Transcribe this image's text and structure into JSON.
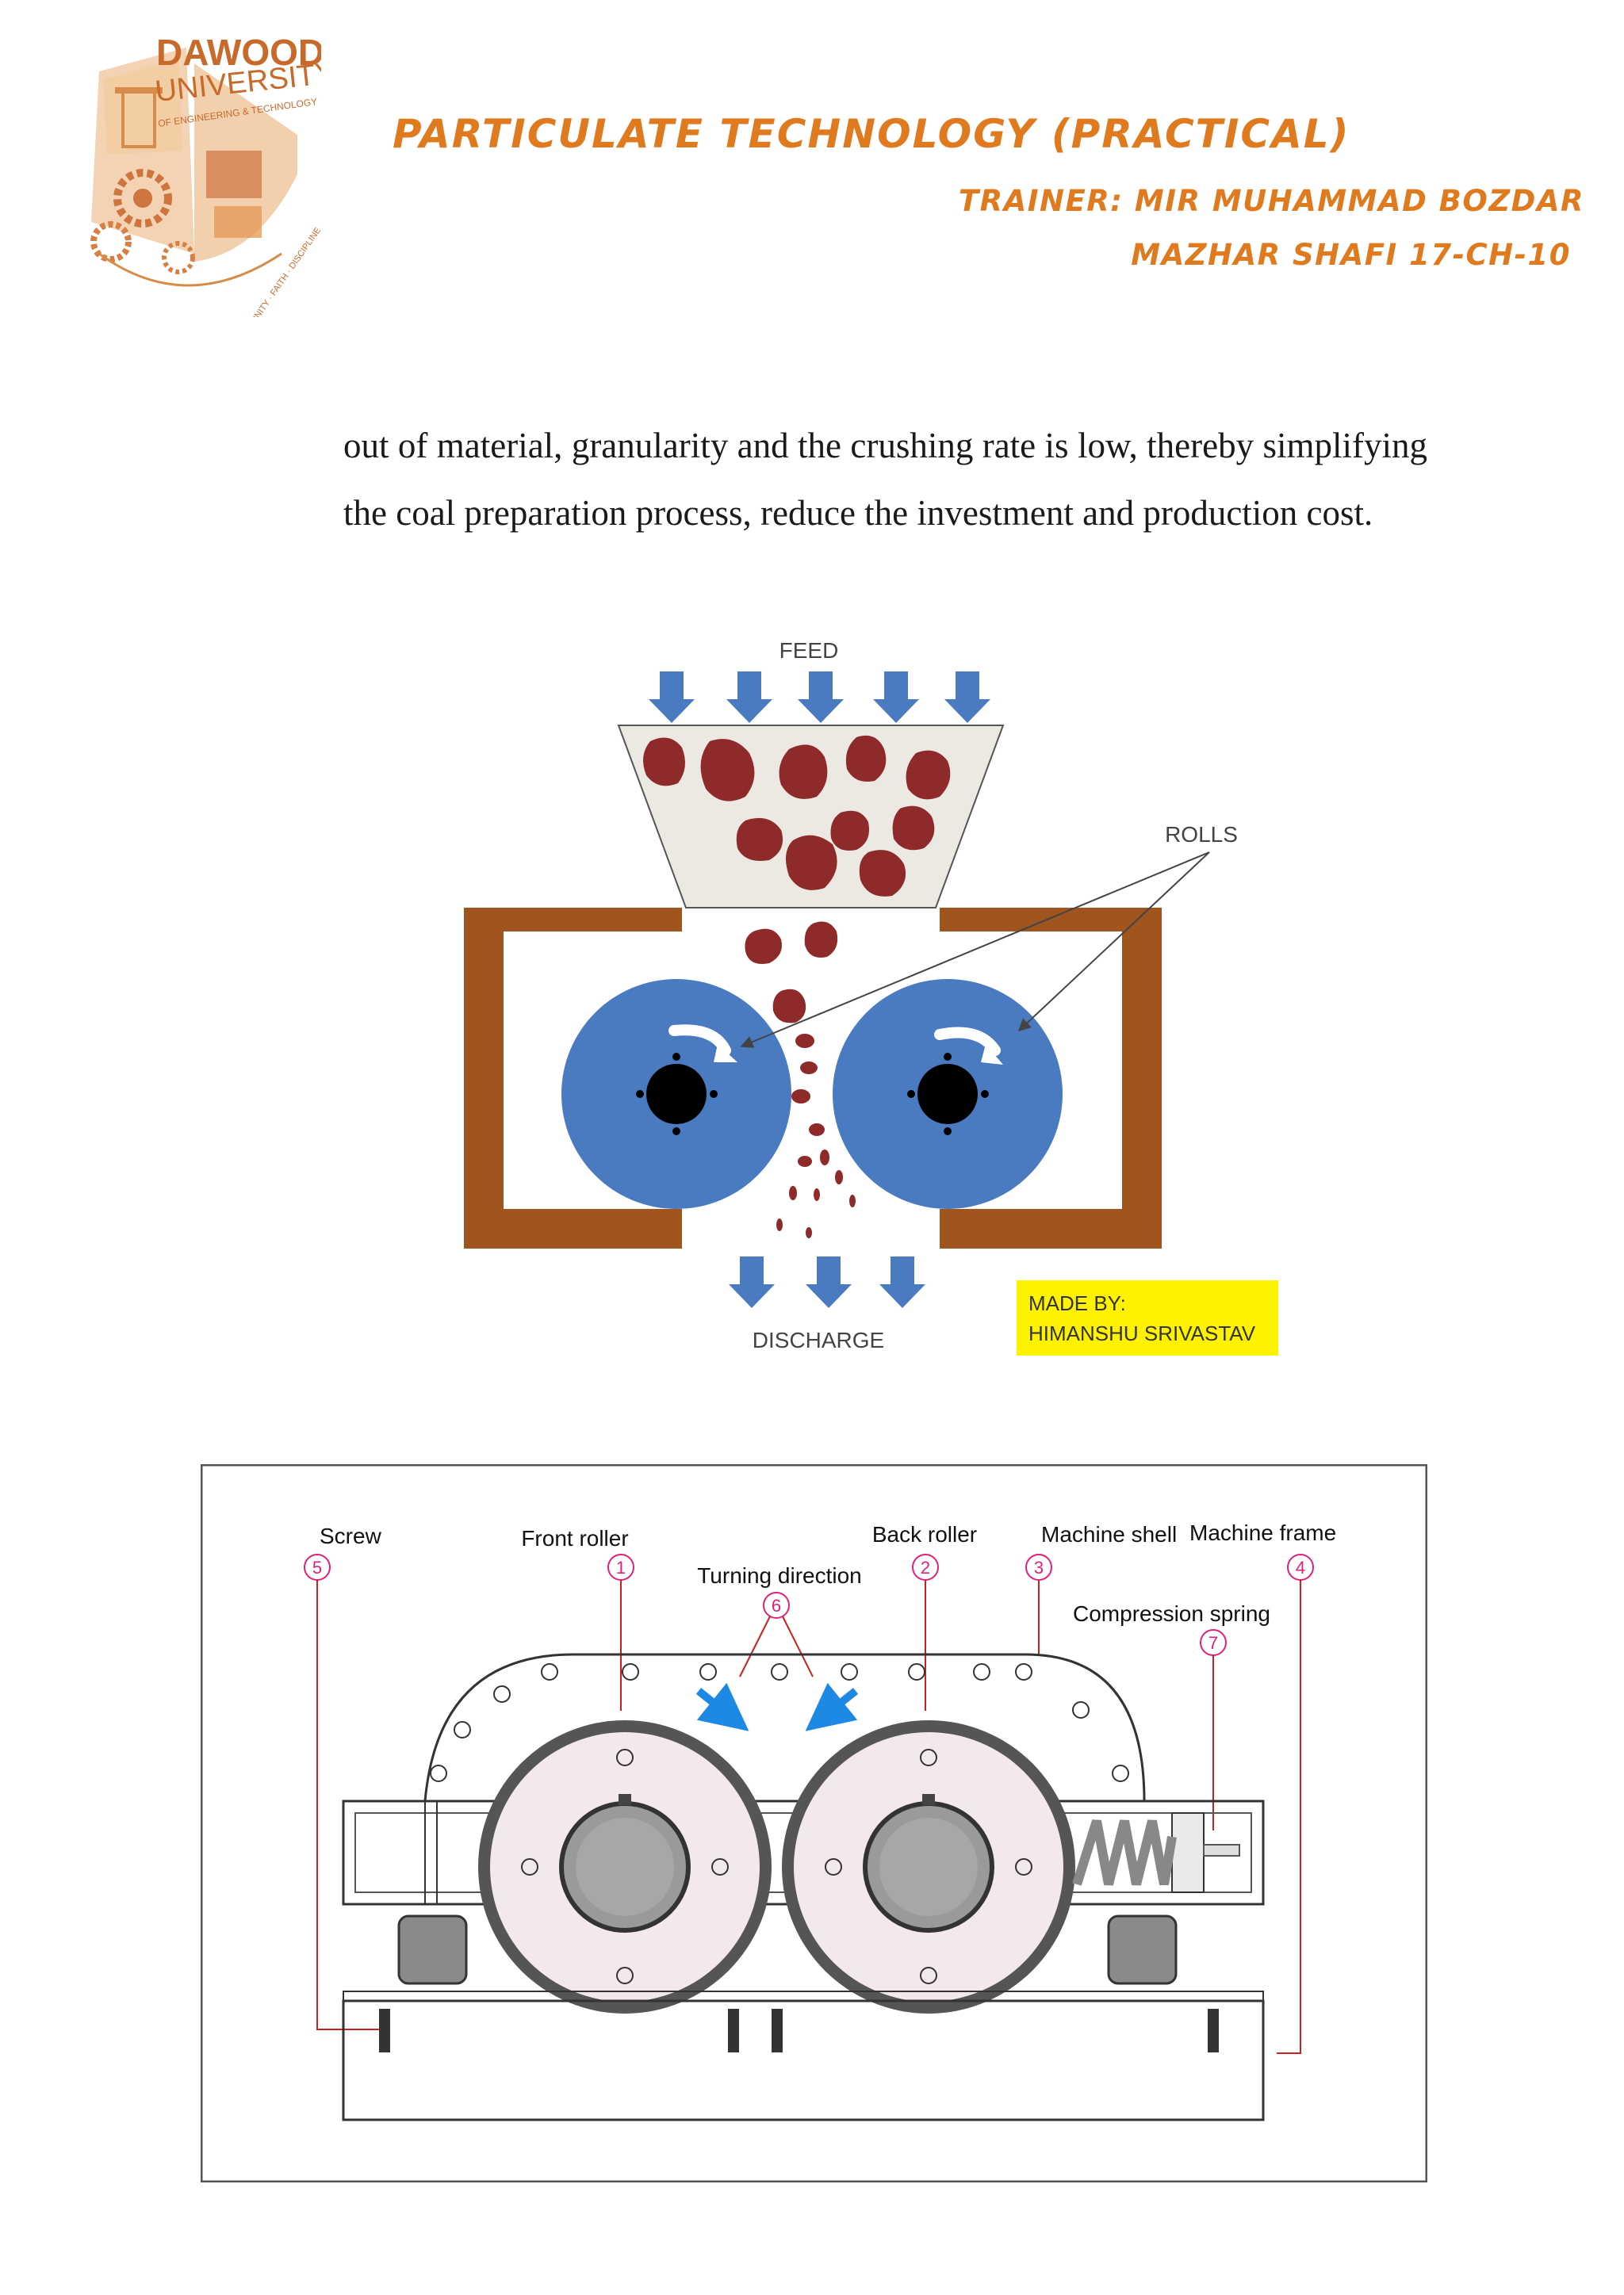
{
  "header": {
    "logo": {
      "name": "DAWOOD",
      "line2": "UNIVERSITY",
      "line3": "OF ENGINEERING & TECHNOLOGY",
      "motto": "UNITY · FAITH · DISCIPLINE"
    },
    "title": "PARTICULATE TECHNOLOGY (PRACTICAL)",
    "trainer": "TRAINER: MIR MUHAMMAD BOZDAR",
    "author": "MAZHAR SHAFI 17-CH-10"
  },
  "body": {
    "paragraph": "out of material, granularity and the crushing rate is low, thereby simplifying the coal preparation process, reduce the investment and production cost."
  },
  "figure1": {
    "feed_label": "FEED",
    "rolls_label": "ROLLS",
    "discharge_label": "DISCHARGE",
    "credit_line1": "MADE BY:",
    "credit_line2": "HIMANSHU SRIVASTAV",
    "colors": {
      "roll": "#4a7bc0",
      "frame": "#a0541e",
      "material": "#8e2a2a",
      "arrow": "#4a7bc0",
      "hopper": "#ede9e3",
      "credit_bg": "#fff200"
    }
  },
  "figure2": {
    "labels": {
      "screw": "Screw",
      "front_roller": "Front roller",
      "turning_direction": "Turning direction",
      "back_roller": "Back roller",
      "machine_shell": "Machine shell",
      "machine_frame": "Machine  frame",
      "compression_spring": "Compression spring"
    },
    "numbers": {
      "front_roller": "1",
      "back_roller": "2",
      "machine_shell": "3",
      "machine_frame": "4",
      "screw": "5",
      "turning_direction": "6",
      "compression_spring": "7"
    },
    "colors": {
      "number_circle": "#e0217a",
      "arrow": "#1e88e5",
      "roller_face": "#f3e8ec",
      "line": "#cc1f1f"
    }
  }
}
